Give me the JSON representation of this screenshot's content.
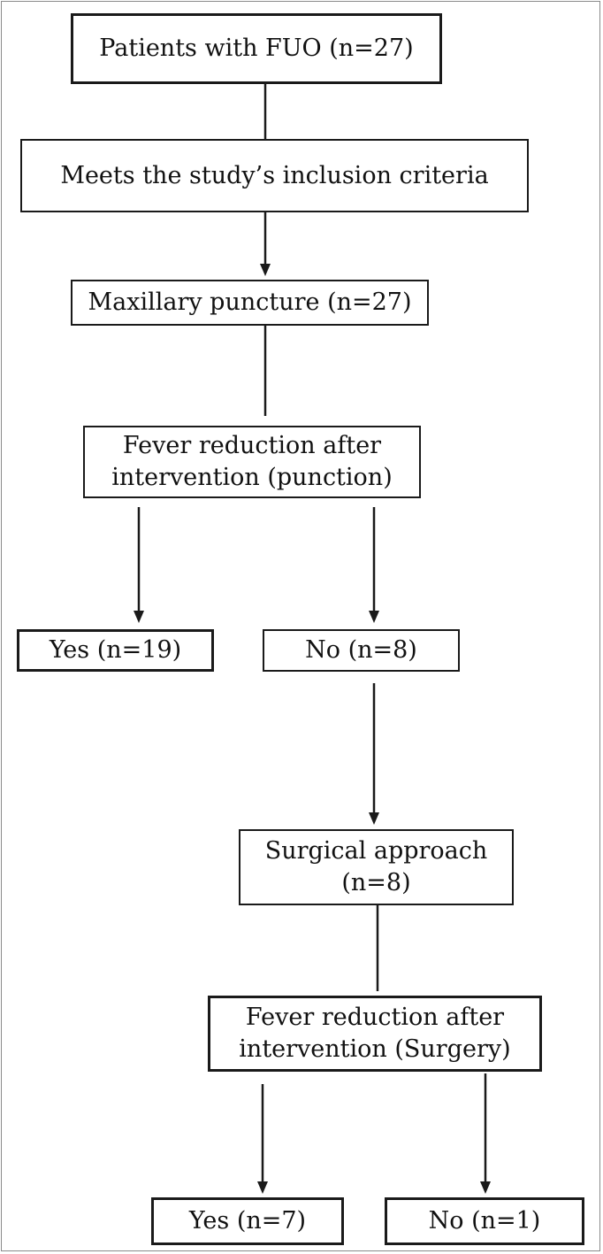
{
  "nodes": {
    "patients": {
      "label": "Patients with FUO (n=27)"
    },
    "inclusion": {
      "label": "Meets the study’s inclusion criteria"
    },
    "puncture": {
      "label": "Maxillary puncture (n=27)"
    },
    "fever_puncture": {
      "line1": "Fever reduction after",
      "line2": "intervention (punction)"
    },
    "yes_puncture": {
      "label": "Yes (n=19)"
    },
    "no_puncture": {
      "label": "No (n=8)"
    },
    "surgical": {
      "line1": "Surgical approach",
      "line2": "(n=8)"
    },
    "fever_surgery": {
      "line1": "Fever reduction after",
      "line2": "intervention (Surgery)"
    },
    "yes_surgery": {
      "label": "Yes (n=7)"
    },
    "no_surgery": {
      "label": "No (n=1)"
    }
  },
  "colors": {
    "stroke": "#1a1a1a",
    "frame": "#8a8a8a"
  }
}
